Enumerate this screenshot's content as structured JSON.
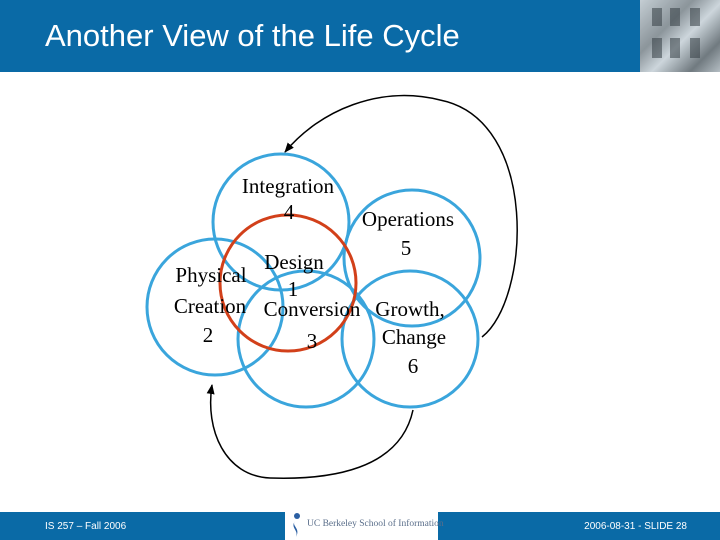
{
  "slide": {
    "title": "Another View of the Life Cycle",
    "footer_left": "IS 257 – Fall 2006",
    "footer_right": "2006-08-31 - SLIDE 28",
    "logo_text": "UC Berkeley School of Information"
  },
  "diagram": {
    "nodes": [
      {
        "name": "Integration",
        "number": "4"
      },
      {
        "name": "Operations",
        "number": "5"
      },
      {
        "name": "Design",
        "number": "1"
      },
      {
        "name": "Physical",
        "name2": "Creation",
        "number": "2"
      },
      {
        "name": "Conversion",
        "number": "3"
      },
      {
        "name": "Growth,",
        "name2": "Change",
        "number": "6"
      }
    ]
  },
  "colors": {
    "header": "#0a6aa6",
    "circle_stroke": "#3aa5dc",
    "design_stroke": "#d2401a",
    "arrow": "#000000"
  }
}
